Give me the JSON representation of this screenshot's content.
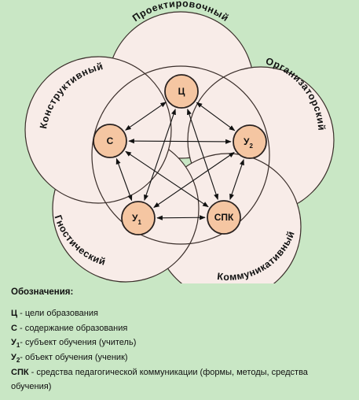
{
  "petals": [
    {
      "id": "proj",
      "label": "Проектировочный"
    },
    {
      "id": "org",
      "label": "Организаторский"
    },
    {
      "id": "komm",
      "label": "Коммуникативный"
    },
    {
      "id": "gnos",
      "label": "Гностический"
    },
    {
      "id": "konst",
      "label": "Конструктивный"
    }
  ],
  "nodes": [
    {
      "id": "c",
      "label": "Ц",
      "sub": ""
    },
    {
      "id": "s",
      "label": "С",
      "sub": ""
    },
    {
      "id": "y2",
      "label": "У",
      "sub": "2"
    },
    {
      "id": "y1",
      "label": "У",
      "sub": "1"
    },
    {
      "id": "spk",
      "label": "СПК",
      "sub": ""
    }
  ],
  "links": [
    [
      "c",
      "s"
    ],
    [
      "c",
      "y2"
    ],
    [
      "c",
      "y1"
    ],
    [
      "c",
      "spk"
    ],
    [
      "s",
      "y2"
    ],
    [
      "s",
      "y1"
    ],
    [
      "s",
      "spk"
    ],
    [
      "y2",
      "y1"
    ],
    [
      "y2",
      "spk"
    ],
    [
      "y1",
      "spk"
    ]
  ],
  "legend": {
    "title": "Обозначения:",
    "items": [
      {
        "key": "Ц",
        "sub": "",
        "text": " - цели образования"
      },
      {
        "key": "С",
        "sub": "",
        "text": " - содержание образования"
      },
      {
        "key": "У",
        "sub": "1",
        "text": "- субъект обучения (учитель)"
      },
      {
        "key": "У",
        "sub": "2",
        "text": "- объект обучения (ученик)"
      },
      {
        "key": "СПК",
        "sub": "",
        "text": " - средства педагогической коммуникации (формы, методы, средства обучения)"
      }
    ]
  }
}
